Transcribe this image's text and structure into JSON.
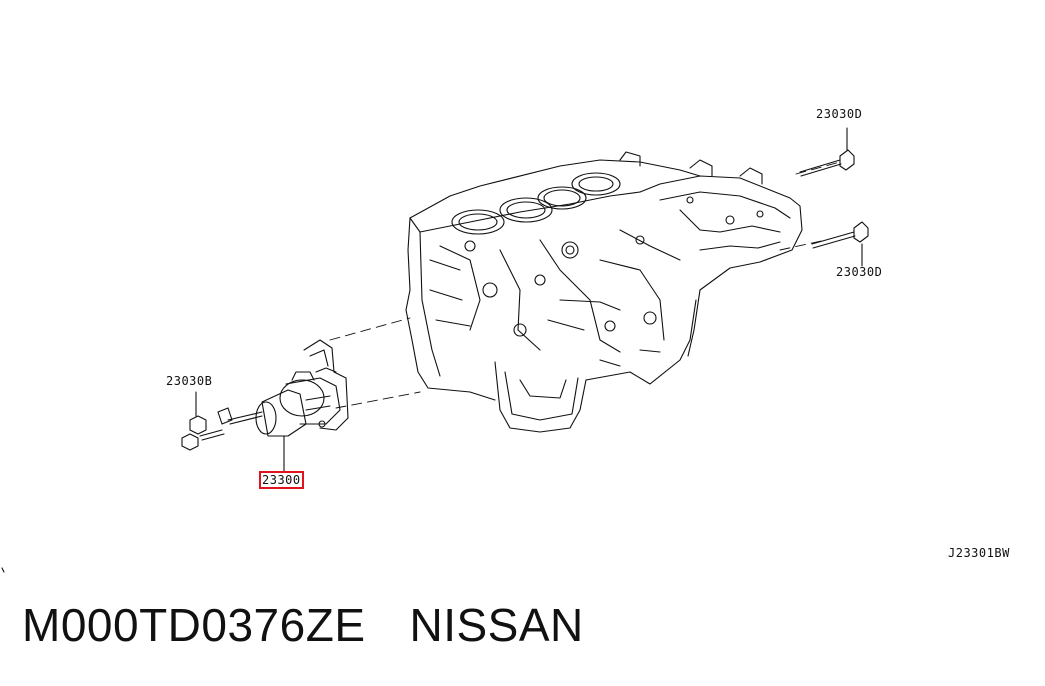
{
  "callouts": {
    "top_bolt": "23030D",
    "right_bolt": "23030D",
    "left_bolt": "23030B",
    "starter": "23300"
  },
  "diagram_code": "J23301BW",
  "footer": {
    "part_number": "M000TD0376ZE",
    "brand": "NISSAN"
  },
  "colors": {
    "highlight": "#e0141e",
    "line": "#111111"
  }
}
